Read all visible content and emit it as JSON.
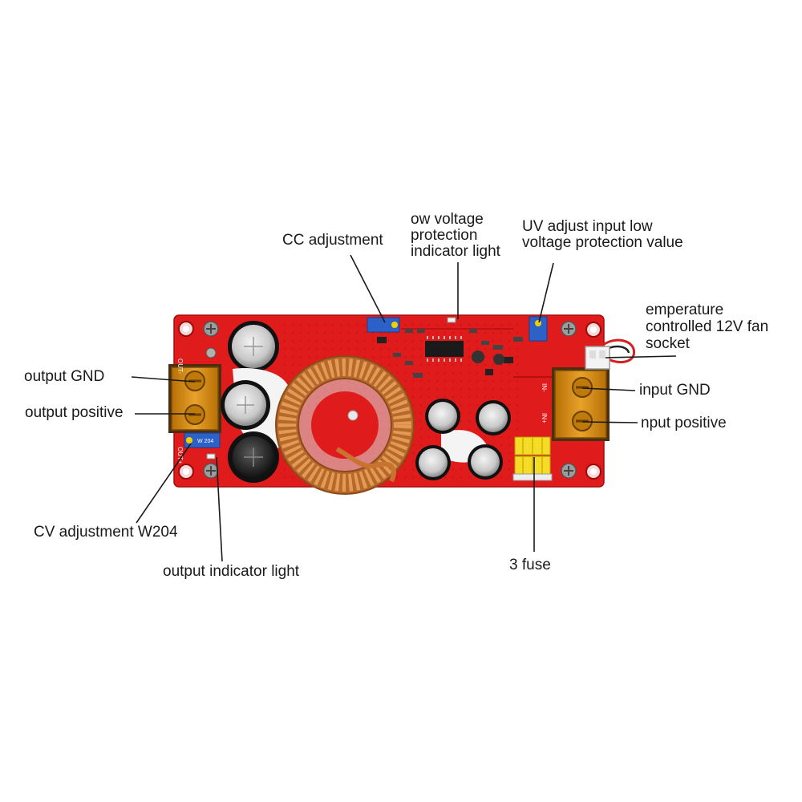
{
  "labels": {
    "cc_adjustment": "CC adjustment",
    "low_voltage_light": [
      "ow voltage",
      "protection",
      "indicator light"
    ],
    "uv_adjust": [
      "UV adjust input low",
      "voltage protection value"
    ],
    "fan_socket": [
      "emperature",
      "controlled 12V fan",
      "socket"
    ],
    "output_gnd": "output GND",
    "output_positive": "output positive",
    "input_gnd": "input GND",
    "input_positive": "nput positive",
    "cv_adjustment": "CV adjustment W204",
    "output_indicator_light": "output indicator light",
    "fuse": "3 fuse"
  },
  "board_marks": {
    "out_minus": "OUT-",
    "out_plus": "OUT+",
    "in_minus": "IN-",
    "in_plus": "IN+",
    "pot_code": "W 204"
  },
  "colors": {
    "pcb": "#e01b1b",
    "pcb_dark": "#b50f0f",
    "terminal": "#d9900d",
    "copper": "#c8732f",
    "fuse": "#f5dc2a",
    "trimpot": "#2c62c8"
  }
}
